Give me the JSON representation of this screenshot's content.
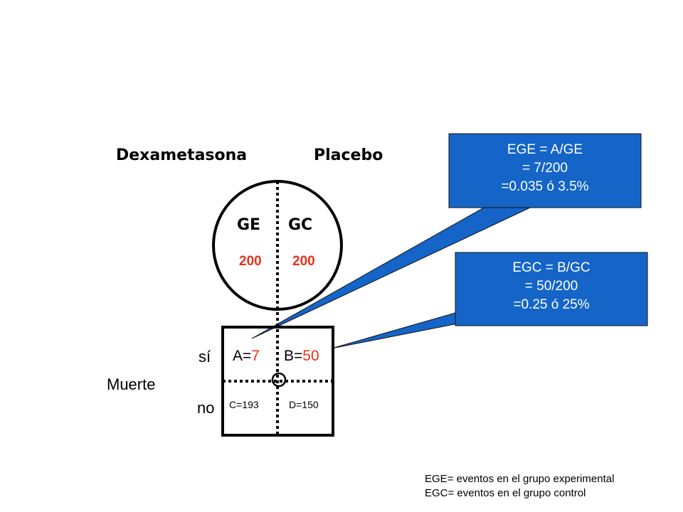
{
  "headers": {
    "left": "Dexametasona",
    "right": "Placebo"
  },
  "circle": {
    "left_label": "GE",
    "left_value": "200",
    "right_label": "GC",
    "right_value": "200"
  },
  "table": {
    "row_yes": "sí",
    "row_no": "no",
    "outcome_label": "Muerte",
    "a_prefix": "A=",
    "a_value": "7",
    "b_prefix": "B=",
    "b_value": "50",
    "c": "C=193",
    "d": "D=150"
  },
  "callout_ege": {
    "line1": "EGE = A/GE",
    "line2": "= 7/200",
    "line3": "=0.035 ó 3.5%"
  },
  "callout_egc": {
    "line1": "EGC = B/GC",
    "line2": "= 50/200",
    "line3": "=0.25 ó 25%"
  },
  "legend": {
    "line1": "EGE= eventos en el grupo experimental",
    "line2": "EGC= eventos en el grupo control"
  },
  "colors": {
    "callout_fill": "#1565c8",
    "highlight": "#e8311b"
  }
}
